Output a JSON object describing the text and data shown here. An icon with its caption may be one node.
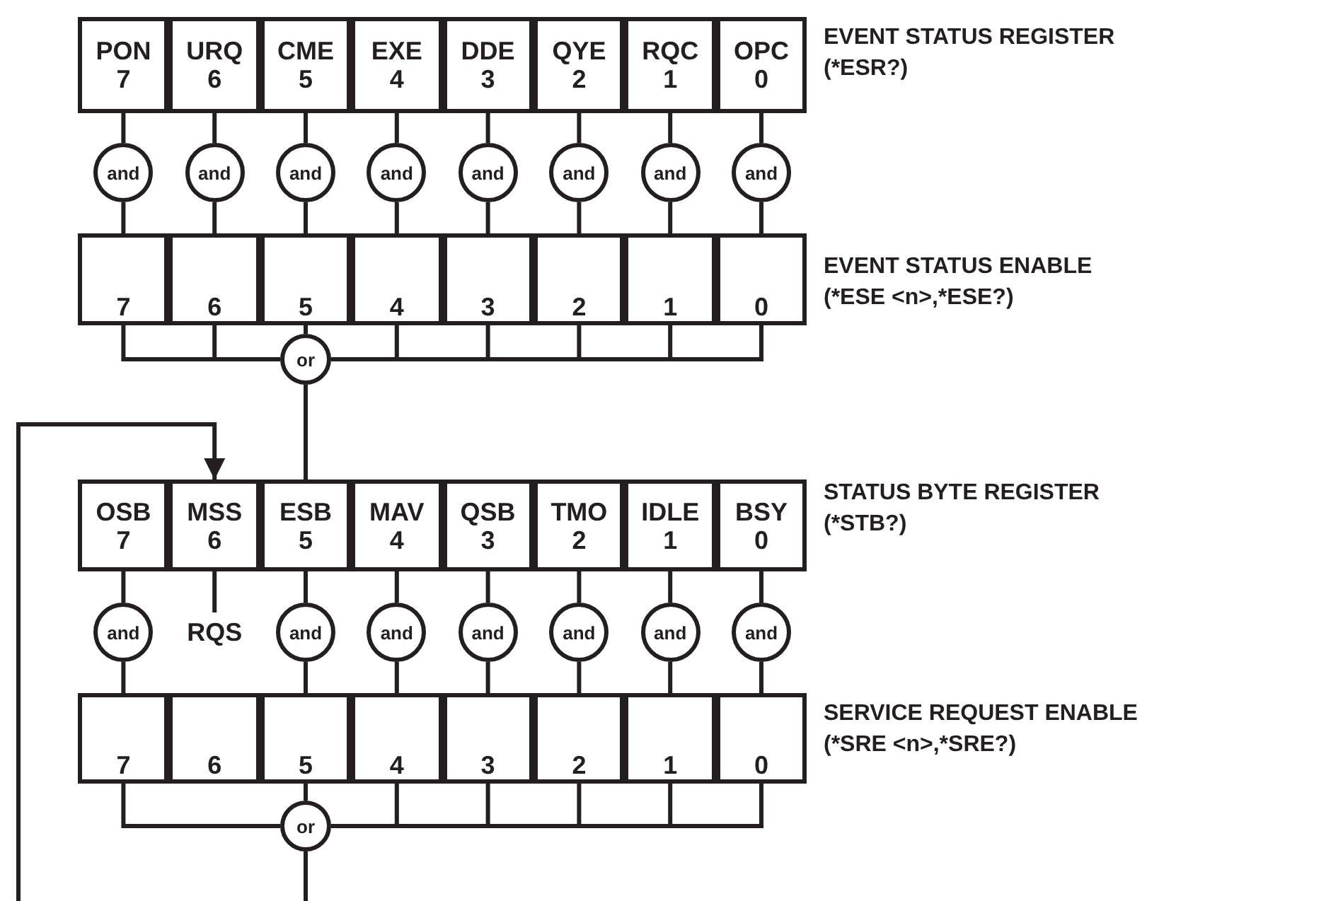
{
  "diagram": {
    "nodes": [
      {
        "text": [
          "PON",
          "7"
        ]
      },
      {
        "text": [
          "URQ",
          "6"
        ]
      },
      {
        "text": [
          "CME",
          "5"
        ]
      },
      {
        "text": [
          "EXE",
          "4"
        ]
      },
      {
        "text": [
          "DDE",
          "3"
        ]
      },
      {
        "text": [
          "QYE",
          "2"
        ]
      },
      {
        "text": [
          "RQC",
          "1"
        ]
      },
      {
        "text": [
          "OPC",
          "0"
        ]
      },
      {
        "text": [
          "and"
        ]
      },
      {
        "text": [
          "and"
        ]
      },
      {
        "text": [
          "and"
        ]
      },
      {
        "text": [
          "and"
        ]
      },
      {
        "text": [
          "and"
        ]
      },
      {
        "text": [
          "and"
        ]
      },
      {
        "text": [
          "and"
        ]
      },
      {
        "text": [
          "and"
        ]
      },
      {
        "text": [
          "7"
        ]
      },
      {
        "text": [
          "6"
        ]
      },
      {
        "text": [
          "5"
        ]
      },
      {
        "text": [
          "4"
        ]
      },
      {
        "text": [
          "3"
        ]
      },
      {
        "text": [
          "2"
        ]
      },
      {
        "text": [
          "1"
        ]
      },
      {
        "text": [
          "0"
        ]
      },
      {
        "text": [
          "or"
        ]
      },
      {
        "text": [
          "OSB",
          "7"
        ]
      },
      {
        "text": [
          "MSS",
          "6"
        ]
      },
      {
        "text": [
          "ESB",
          "5"
        ]
      },
      {
        "text": [
          "MAV",
          "4"
        ]
      },
      {
        "text": [
          "QSB",
          "3"
        ]
      },
      {
        "text": [
          "TMO",
          "2"
        ]
      },
      {
        "text": [
          "IDLE",
          "1"
        ]
      },
      {
        "text": [
          "BSY",
          "0"
        ]
      },
      {
        "text": [
          "and"
        ]
      },
      {
        "text": [
          "RQS"
        ]
      },
      {
        "text": [
          "and"
        ]
      },
      {
        "text": [
          "and"
        ]
      },
      {
        "text": [
          "and"
        ]
      },
      {
        "text": [
          "and"
        ]
      },
      {
        "text": [
          "and"
        ]
      },
      {
        "text": [
          "and"
        ]
      },
      {
        "text": [
          "7"
        ]
      },
      {
        "text": [
          "6"
        ]
      },
      {
        "text": [
          "5"
        ]
      },
      {
        "text": [
          "4"
        ]
      },
      {
        "text": [
          "3"
        ]
      },
      {
        "text": [
          "2"
        ]
      },
      {
        "text": [
          "1"
        ]
      },
      {
        "text": [
          "0"
        ]
      },
      {
        "text": [
          "or"
        ]
      }
    ],
    "edges": [
      {
        "from": 0,
        "to": 8,
        "arrow": "none"
      },
      {
        "from": 1,
        "to": 9,
        "arrow": "none"
      },
      {
        "from": 2,
        "to": 10,
        "arrow": "none"
      },
      {
        "from": 3,
        "to": 11,
        "arrow": "none"
      },
      {
        "from": 4,
        "to": 12,
        "arrow": "none"
      },
      {
        "from": 5,
        "to": 13,
        "arrow": "none"
      },
      {
        "from": 6,
        "to": 14,
        "arrow": "none"
      },
      {
        "from": 7,
        "to": 15,
        "arrow": "none"
      },
      {
        "from": 8,
        "to": 16,
        "arrow": "none"
      },
      {
        "from": 9,
        "to": 17,
        "arrow": "none"
      },
      {
        "from": 10,
        "to": 18,
        "arrow": "none"
      },
      {
        "from": 11,
        "to": 19,
        "arrow": "none"
      },
      {
        "from": 12,
        "to": 20,
        "arrow": "none"
      },
      {
        "from": 13,
        "to": 21,
        "arrow": "none"
      },
      {
        "from": 14,
        "to": 22,
        "arrow": "none"
      },
      {
        "from": 15,
        "to": 23,
        "arrow": "none"
      },
      {
        "from": 16,
        "to": 24,
        "arrow": "none"
      },
      {
        "from": 17,
        "to": 24,
        "arrow": "none"
      },
      {
        "from": 18,
        "to": 24,
        "arrow": "none"
      },
      {
        "from": 19,
        "to": 24,
        "arrow": "none"
      },
      {
        "from": 20,
        "to": 24,
        "arrow": "none"
      },
      {
        "from": 21,
        "to": 24,
        "arrow": "none"
      },
      {
        "from": 22,
        "to": 24,
        "arrow": "none"
      },
      {
        "from": 23,
        "to": 24,
        "arrow": "none"
      },
      {
        "from": 24,
        "to": 27,
        "arrow": "none"
      },
      {
        "from": 25,
        "to": 33,
        "arrow": "none"
      },
      {
        "from": 26,
        "to": 34,
        "arrow": "none"
      },
      {
        "from": 27,
        "to": 35,
        "arrow": "none"
      },
      {
        "from": 28,
        "to": 36,
        "arrow": "none"
      },
      {
        "from": 29,
        "to": 37,
        "arrow": "none"
      },
      {
        "from": 30,
        "to": 38,
        "arrow": "none"
      },
      {
        "from": 31,
        "to": 39,
        "arrow": "none"
      },
      {
        "from": 32,
        "to": 40,
        "arrow": "none"
      },
      {
        "from": 33,
        "to": 41,
        "arrow": "none"
      },
      {
        "from": 35,
        "to": 43,
        "arrow": "none"
      },
      {
        "from": 36,
        "to": 44,
        "arrow": "none"
      },
      {
        "from": 37,
        "to": 45,
        "arrow": "none"
      },
      {
        "from": 38,
        "to": 46,
        "arrow": "none"
      },
      {
        "from": 39,
        "to": 47,
        "arrow": "none"
      },
      {
        "from": 40,
        "to": 48,
        "arrow": "none"
      },
      {
        "from": 41,
        "to": 49,
        "arrow": "none"
      },
      {
        "from": 43,
        "to": 49,
        "arrow": "none"
      },
      {
        "from": 44,
        "to": 49,
        "arrow": "none"
      },
      {
        "from": 45,
        "to": 49,
        "arrow": "none"
      },
      {
        "from": 46,
        "to": 49,
        "arrow": "none"
      },
      {
        "from": 47,
        "to": 49,
        "arrow": "none"
      },
      {
        "from": 48,
        "to": 49,
        "arrow": "none"
      },
      {
        "from": 49,
        "to": null,
        "arrow": "none"
      },
      {
        "from": null,
        "to": 26,
        "arrow": "to"
      }
    ],
    "labels": [
      "EVENT STATUS REGISTER",
      "(*ESR?)",
      "EVENT STATUS ENABLE",
      "(*ESE <n>,*ESE?)",
      "STATUS BYTE REGISTER",
      "(*STB?)",
      "SERVICE REQUEST ENABLE",
      "(*SRE <n>,*SRE?)"
    ]
  }
}
